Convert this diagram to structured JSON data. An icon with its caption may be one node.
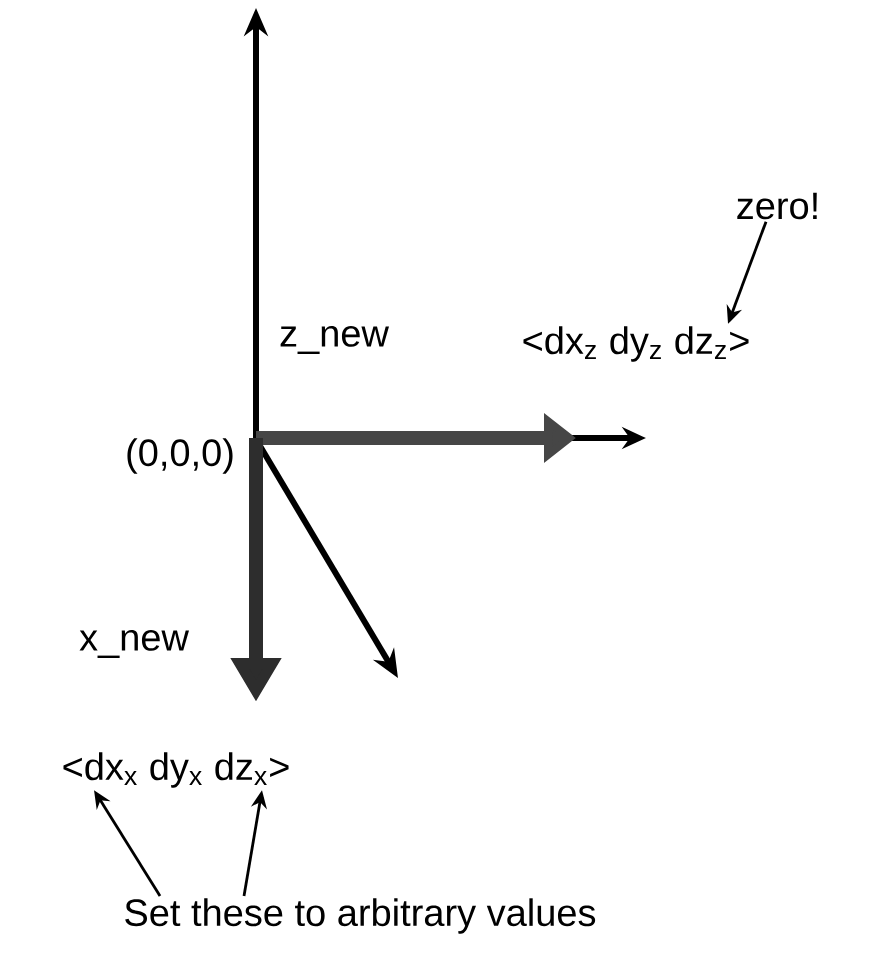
{
  "diagram": {
    "nodes": [
      {
        "text": [
          "zero!"
        ]
      },
      {
        "text": [
          "<dx$_{z}$ dy$_{z}$ dz$_{z}$>"
        ]
      },
      {
        "text": [
          "<dx$_{x}$ dy$_{x}$ dz$_{x}$>"
        ]
      },
      {
        "text": [
          "Set these to arbitrary values"
        ]
      }
    ],
    "edges": [
      {
        "from": 0,
        "to": 1,
        "arrow": "to"
      },
      {
        "from": 3,
        "to": 2,
        "arrow": "to"
      },
      {
        "from": 3,
        "to": 2,
        "arrow": "to"
      }
    ],
    "labels": [
      "(0,0,0)",
      "z_new",
      "x_new"
    ]
  }
}
